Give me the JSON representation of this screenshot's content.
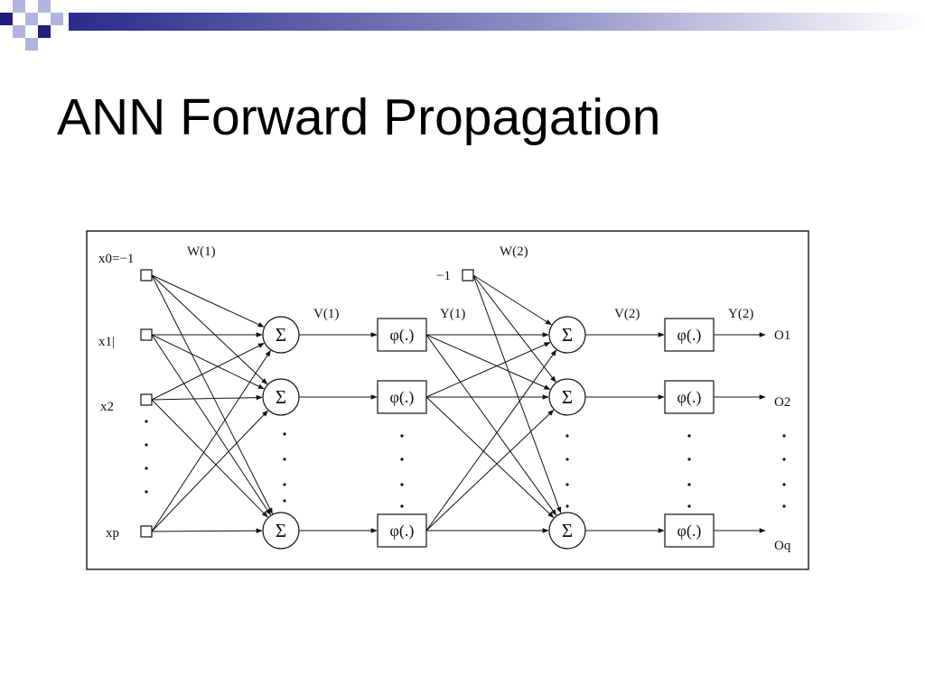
{
  "slide": {
    "title": "ANN Forward Propagation",
    "colors": {
      "bar_left": "#2b2b8c",
      "bar_right": "#ffffff",
      "square_dark": "#1f1f7a",
      "square_light": "#b3b3e0"
    }
  },
  "diagram": {
    "inputs": [
      "x0=−1",
      "x1|",
      "x2",
      "xp"
    ],
    "bias_hidden": "−1",
    "weight_labels": [
      "W(1)",
      "W(2)"
    ],
    "signal_labels": [
      "V(1)",
      "Y(1)",
      "V(2)",
      "Y(2)"
    ],
    "sum_symbol": "Σ",
    "activation": "φ(.)",
    "outputs": [
      "O1",
      "O2",
      "Oq"
    ],
    "ellipsis": "."
  }
}
